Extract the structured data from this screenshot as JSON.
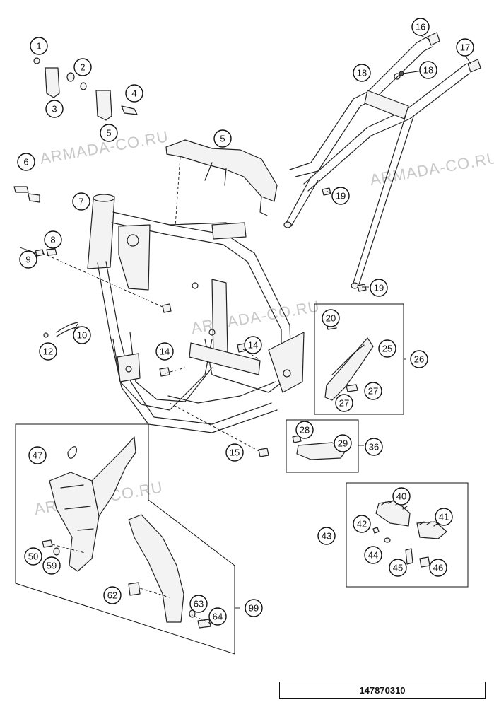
{
  "watermark": "ARMADA-CO.RU",
  "drawing_number": "147870310",
  "callouts": [
    "1",
    "2",
    "3",
    "4",
    "5",
    "5",
    "6",
    "7",
    "8",
    "9",
    "10",
    "12",
    "14",
    "14",
    "15",
    "16",
    "17",
    "18",
    "18",
    "19",
    "19",
    "20",
    "25",
    "26",
    "27",
    "27",
    "28",
    "29",
    "36",
    "40",
    "41",
    "42",
    "43",
    "44",
    "45",
    "46",
    "47",
    "50",
    "59",
    "62",
    "63",
    "64",
    "99"
  ]
}
